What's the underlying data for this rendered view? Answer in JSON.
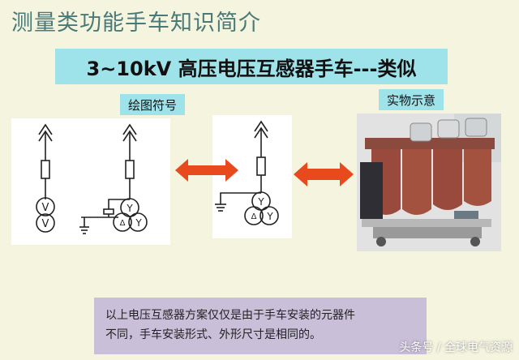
{
  "slide": {
    "title": "测量类功能手车知识简介",
    "banner": "3~10kV   高压电压互感器手车---类似",
    "symbol_label": "绘图符号",
    "real_label": "实物示意",
    "note_line1": "以上电压互感器方案仅仅是由于手车安装的元器件",
    "note_line2": "不同，手车安装形式、外形尺寸是相同的。",
    "watermark": "头条号 / 全球电气资源"
  },
  "symbols": {
    "v_label": "V",
    "y_label": "Y",
    "delta_label": "Δ"
  },
  "colors": {
    "background": "#f4f4df",
    "title": "#4a7a78",
    "banner": "#9ee2ea",
    "note": "#c9bfd9",
    "arrow": "#e8491d"
  }
}
